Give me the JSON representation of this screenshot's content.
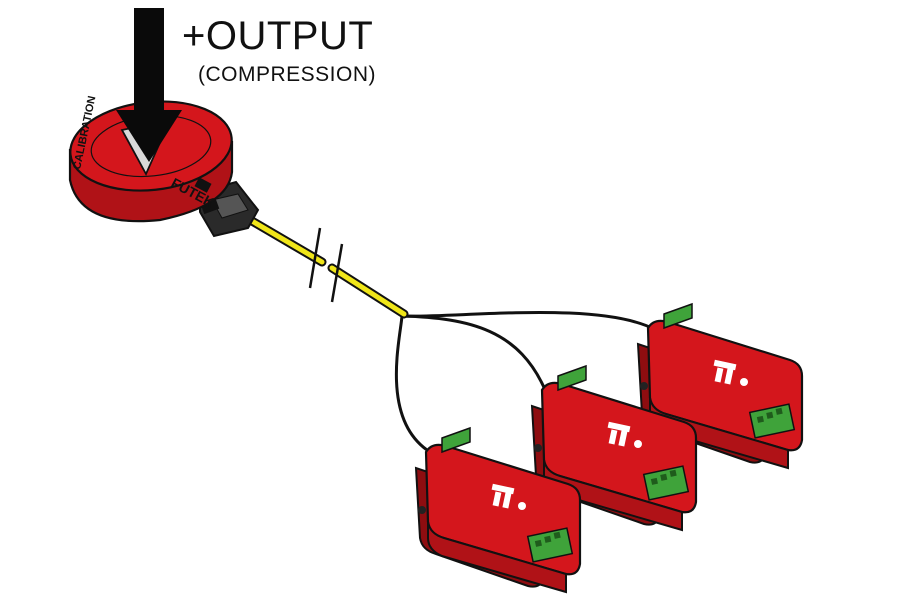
{
  "labels": {
    "output": "+OUTPUT",
    "mode": "(COMPRESSION)"
  },
  "sensor": {
    "brand": "FUTEK",
    "ring_text": "CALIBRATION",
    "color": "#d4161c"
  },
  "amplifiers": {
    "count": 3,
    "color": "#d4161c",
    "connector_color": "#3fa33a"
  },
  "cable": {
    "color": "#f0e619"
  },
  "icons": [
    "down-arrow-icon",
    "futek-logo-icon",
    "cable-break-icon"
  ]
}
